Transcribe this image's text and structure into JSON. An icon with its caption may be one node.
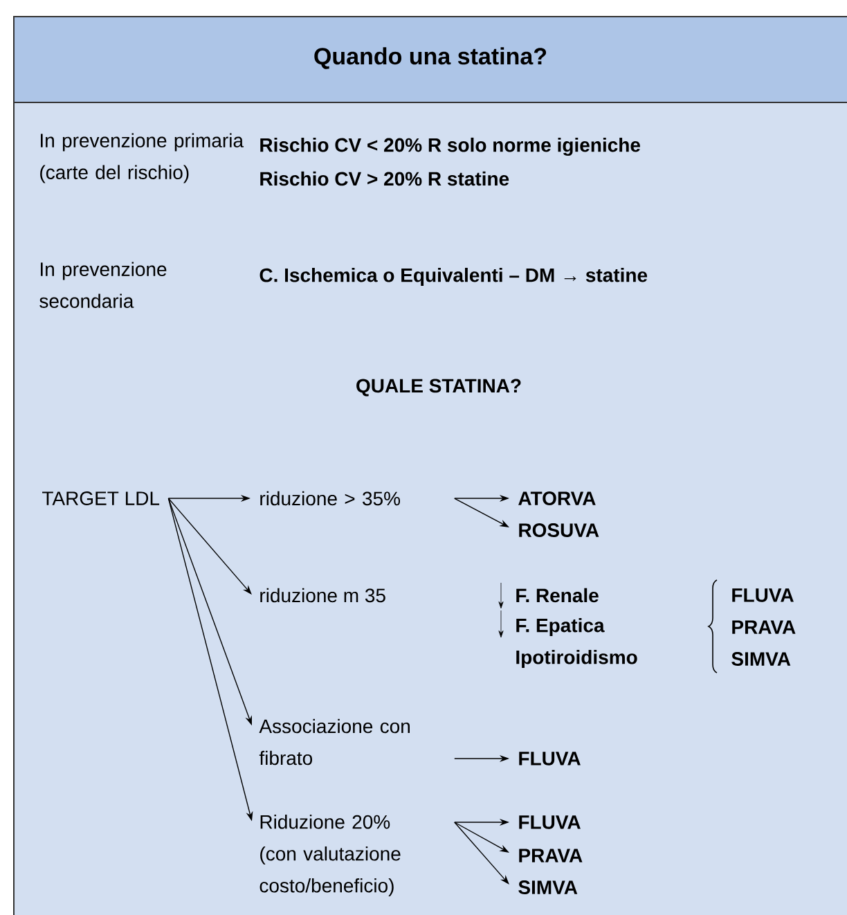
{
  "diagram": {
    "title": "Quando una statina?",
    "nodes": [
      {
        "text": [
          "TARGET LDL"
        ]
      },
      {
        "text": [
          "riduzione > 35%"
        ]
      },
      {
        "text": [
          "ATORVA"
        ]
      },
      {
        "text": [
          "ROSUVA"
        ]
      },
      {
        "text": [
          "riduzione m 35"
        ]
      },
      {
        "text": [
          "Associazione con fibrato"
        ]
      },
      {
        "text": [
          "FLUVA"
        ]
      },
      {
        "text": [
          "Riduzione 20% (con valutazione costo/beneficio)"
        ]
      },
      {
        "text": [
          "FLUVA"
        ]
      },
      {
        "text": [
          "PRAVA"
        ]
      },
      {
        "text": [
          "SIMVA"
        ]
      }
    ],
    "edges": [
      {
        "from": 0,
        "to": 1,
        "arrow": "to"
      },
      {
        "from": 0,
        "to": 4,
        "arrow": "to"
      },
      {
        "from": 0,
        "to": 5,
        "arrow": "to"
      },
      {
        "from": 0,
        "to": 7,
        "arrow": "to"
      },
      {
        "from": 1,
        "to": 2,
        "arrow": "to"
      },
      {
        "from": 1,
        "to": 3,
        "arrow": "to"
      },
      {
        "from": 5,
        "to": 6,
        "arrow": "to"
      },
      {
        "from": 7,
        "to": 8,
        "arrow": "to"
      },
      {
        "from": 7,
        "to": 9,
        "arrow": "to"
      },
      {
        "from": 7,
        "to": 10,
        "arrow": "to"
      }
    ],
    "labels": [
      "In prevenzione primaria (carte del rischio)",
      "Rischio CV < 20% R solo norme igieniche",
      "Rischio CV > 20% R statine",
      "In prevenzione secondaria",
      "C. Ischemica o Equivalenti – DM → statine",
      "QUALE STATINA?",
      "F. Renale",
      "F. Epatica",
      "Ipotiroidismo",
      "FLUVA",
      "PRAVA",
      "SIMVA"
    ]
  }
}
